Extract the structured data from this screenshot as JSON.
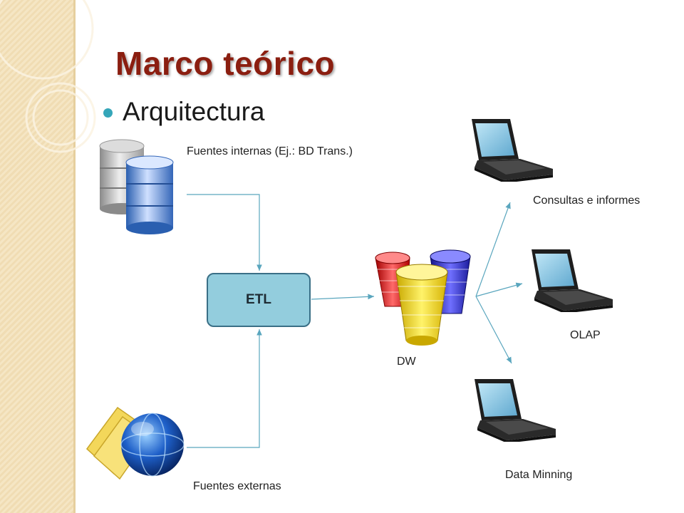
{
  "slide": {
    "title": "Marco teórico",
    "bullet": "Arquitectura"
  },
  "diagram": {
    "internal_sources_label": "Fuentes internas (Ej.: BD Trans.)",
    "external_sources_label": "Fuentes externas",
    "etl_label": "ETL",
    "dw_label": "DW",
    "outputs": [
      {
        "label": "Consultas e informes"
      },
      {
        "label": "OLAP"
      },
      {
        "label": "Data Minning"
      }
    ]
  },
  "colors": {
    "title": "#8b1e10",
    "accent": "#35a6b9",
    "etl_fill": "#93cddd",
    "etl_border": "#3a6f86",
    "connector": "#5aa6be"
  },
  "icons": [
    "database-stack-icon",
    "globe-folder-icon",
    "data-warehouse-icon",
    "laptop-icon"
  ]
}
